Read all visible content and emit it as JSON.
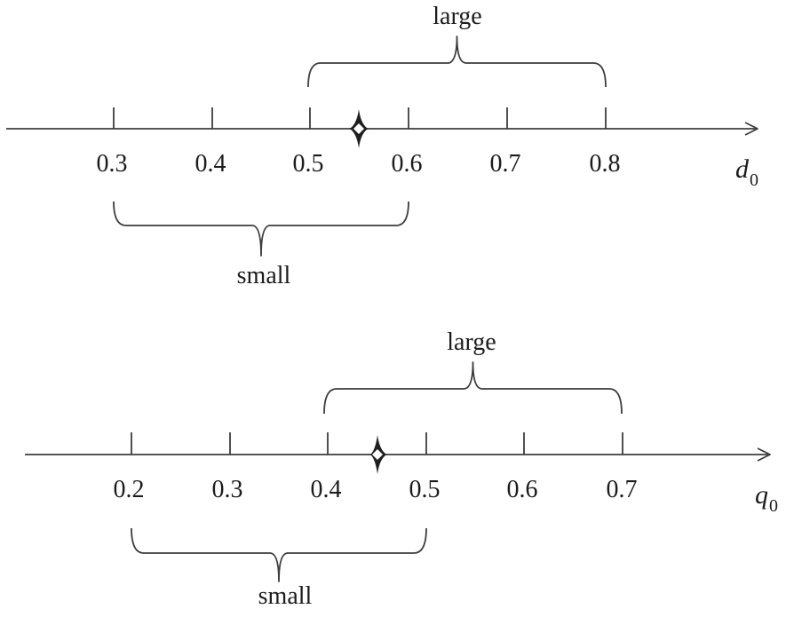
{
  "figure": {
    "type": "number-line-diagram",
    "background_color": "#ffffff",
    "line_color": "#3d3d3d",
    "text_color": "#1c1c1c",
    "number_lines": [
      {
        "id": "d0",
        "axis_label": {
          "base": "d",
          "sub": "0"
        },
        "ticks": [
          "0.3",
          "0.4",
          "0.5",
          "0.6",
          "0.7",
          "0.8"
        ],
        "marker": {
          "shape": "four-pointed-star",
          "value": 0.55
        },
        "braces": {
          "large": {
            "label": "large",
            "from": 0.5,
            "to": 0.8,
            "side": "above"
          },
          "small": {
            "label": "small",
            "from": 0.3,
            "to": 0.6,
            "side": "below"
          }
        }
      },
      {
        "id": "q0",
        "axis_label": {
          "base": "q",
          "sub": "0"
        },
        "ticks": [
          "0.2",
          "0.3",
          "0.4",
          "0.5",
          "0.6",
          "0.7"
        ],
        "marker": {
          "shape": "four-pointed-star",
          "value": 0.45
        },
        "braces": {
          "large": {
            "label": "large",
            "from": 0.4,
            "to": 0.7,
            "side": "above"
          },
          "small": {
            "label": "small",
            "from": 0.2,
            "to": 0.5,
            "side": "below"
          }
        }
      }
    ]
  }
}
